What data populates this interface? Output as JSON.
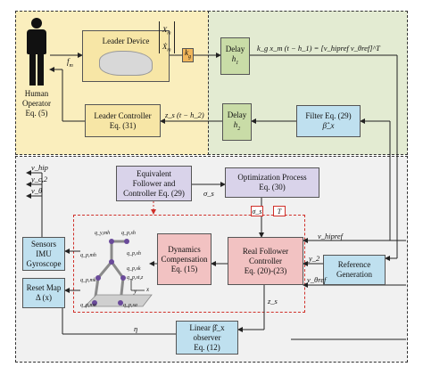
{
  "operator": {
    "label_l1": "Human",
    "label_l2": "Operator",
    "label_l3": "Eq. (5)"
  },
  "leader_device": {
    "label": "Leader Device",
    "xm": "X",
    "xm_sub": "m",
    "xm_dot": "Ẋ",
    "kg": "k",
    "kg_sub": "g",
    "fm": "f",
    "fm_sub": "m"
  },
  "delay1": {
    "l1": "Delay",
    "l2": "h",
    "l2_sub": "1"
  },
  "delay2": {
    "l1": "Delay",
    "l2": "h",
    "l2_sub": "2"
  },
  "formula_top": "k_g x_m (t − h_1) = [v_hipref   v_θref]^T",
  "leader_controller": {
    "l1": "Leader Controller",
    "l2": "Eq. (31)"
  },
  "zs_signal": "z_s (t − h_2)",
  "filter": {
    "l1": "Filter Eq. (29)",
    "l2": "β̂_x"
  },
  "equivalent": {
    "l1": "Equivalent",
    "l2": "Follower and",
    "l3": "Controller Eq. (29)"
  },
  "sigma_s": "σ_s",
  "optimization": {
    "l1": "Optimization Process",
    "l2": "Eq. (30)"
  },
  "sigma_box": "σ_s",
  "t_box": "T",
  "dynamics": {
    "l1": "Dynamics",
    "l2": "Compensation",
    "l3": "Eq. (15)"
  },
  "real_follower": {
    "l1": "Real Follower",
    "l2": "Controller",
    "l3": "Eq. (20)-(23)"
  },
  "zs_label": "z_s",
  "reference": {
    "l1": "Reference",
    "l2": "Generation"
  },
  "sensors": {
    "l1": "Sensors",
    "l2": "IMU",
    "l3": "Gyroscope"
  },
  "reset": {
    "l1": "Reset Map",
    "l2": "Δ (x)"
  },
  "linear_obs": {
    "l1": "Linear β̂_x",
    "l2": "observer",
    "l3": "Eq. (12)"
  },
  "eta": "η",
  "outputs": {
    "vhip": "v_hip",
    "yc2": "y_c,2",
    "vtheta": "v_θ"
  },
  "inputs": {
    "vhipref": "v_hipref",
    "y2": "y_2",
    "vthetaref": "v_θref"
  },
  "robot_labels": [
    "q_y,mh",
    "q_p,sh",
    "q_p,mh",
    "q_p,sh",
    "q_p,sk",
    "q_p,mk",
    "q_p,st,z",
    "q_p,ma",
    "q_p,sa",
    "x",
    "y"
  ]
}
